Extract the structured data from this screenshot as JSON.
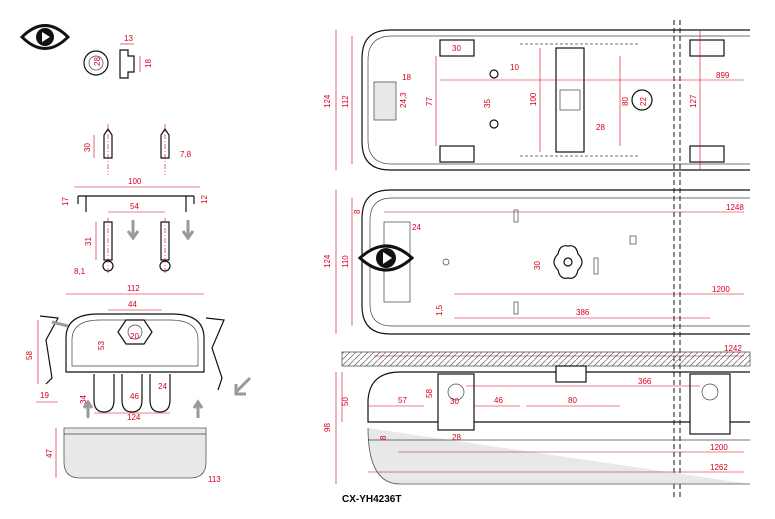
{
  "model_label": "CX-YH4236T",
  "icons": {
    "eye_top": "eye-icon",
    "play_mid": "play-eye-icon"
  },
  "dims": {
    "d13": "13",
    "d28": "28",
    "d18": "18",
    "d30a": "30",
    "d78": "7,8",
    "d100": "100",
    "d17": "17",
    "d12": "12",
    "d54": "54",
    "d31": "31",
    "d81": "8,1",
    "d112": "112",
    "d44": "44",
    "d20": "20",
    "d53": "53",
    "d58a": "58",
    "d19": "19",
    "d34": "34",
    "d46a": "46",
    "d24a": "24",
    "d124a": "124",
    "d47": "47",
    "d113": "113",
    "t124": "124",
    "t112": "112",
    "t77": "77",
    "t30": "30",
    "t18": "18",
    "t243": "24,3",
    "t35": "35",
    "t10": "10",
    "t100": "100",
    "t28": "28",
    "t80": "80",
    "t22": "22",
    "t127": "127",
    "t899": "899",
    "m124": "124",
    "m110": "110",
    "m8": "8",
    "m24": "24",
    "m30": "30",
    "m15": "1,5",
    "m386": "386",
    "m1248": "1248",
    "m1200": "1200",
    "b1242": "1242",
    "b50": "50",
    "b98": "98",
    "b57": "57",
    "b58": "58",
    "b30": "30",
    "b46": "46",
    "b80": "80",
    "b366": "366",
    "b28": "28",
    "b8": "8",
    "b1200": "1200",
    "b1262": "1262"
  }
}
